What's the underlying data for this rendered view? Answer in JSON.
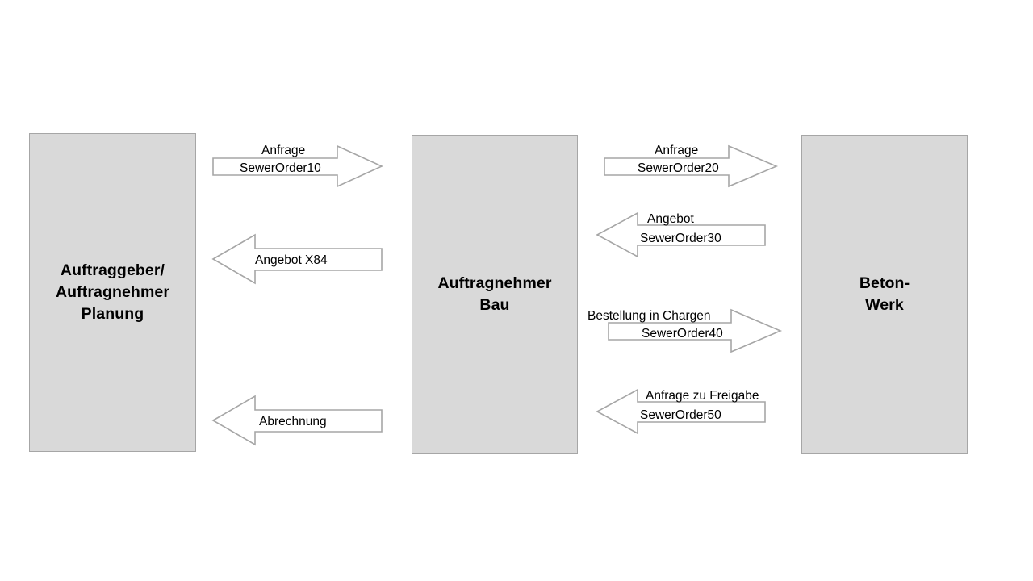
{
  "diagram": {
    "background_color": "#ffffff",
    "node_fill": "#d9d9d9",
    "node_stroke": "#a6a6a6",
    "arrow_stroke": "#a6a6a6",
    "text_color": "#000000",
    "nodes": [
      {
        "id": "auftraggeber-planung",
        "label": "Auftraggeber/\nAuftragnehmer\nPlanung"
      },
      {
        "id": "auftragnehmer-bau",
        "label": "Auftragnehmer\nBau"
      },
      {
        "id": "beton-werk",
        "label": "Beton-\nWerk"
      }
    ],
    "flows": [
      {
        "id": "flow-anfrage-sewerorder10",
        "direction": "right",
        "from": "auftragnehmer-bau",
        "to": "auftraggeber-planung",
        "caption": "Anfrage",
        "message": "SewerOrder10"
      },
      {
        "id": "flow-angebot-x84",
        "direction": "left",
        "from": "auftragnehmer-bau",
        "to": "auftraggeber-planung",
        "caption": "",
        "message": "Angebot X84"
      },
      {
        "id": "flow-abrechnung",
        "direction": "left",
        "from": "auftragnehmer-bau",
        "to": "auftraggeber-planung",
        "caption": "",
        "message": "Abrechnung"
      },
      {
        "id": "flow-anfrage-sewerorder20",
        "direction": "right",
        "from": "auftragnehmer-bau",
        "to": "beton-werk",
        "caption": "Anfrage",
        "message": "SewerOrder20"
      },
      {
        "id": "flow-angebot-sewerorder30",
        "direction": "left",
        "from": "beton-werk",
        "to": "auftragnehmer-bau",
        "caption": "Angebot",
        "message": "SewerOrder30"
      },
      {
        "id": "flow-bestellung-sewerorder40",
        "direction": "right",
        "from": "auftragnehmer-bau",
        "to": "beton-werk",
        "caption": "Bestellung in Chargen",
        "message": "SewerOrder40"
      },
      {
        "id": "flow-freigabe-sewerorder50",
        "direction": "left",
        "from": "beton-werk",
        "to": "auftragnehmer-bau",
        "caption": "Anfrage zu Freigabe",
        "message": "SewerOrder50"
      }
    ]
  }
}
